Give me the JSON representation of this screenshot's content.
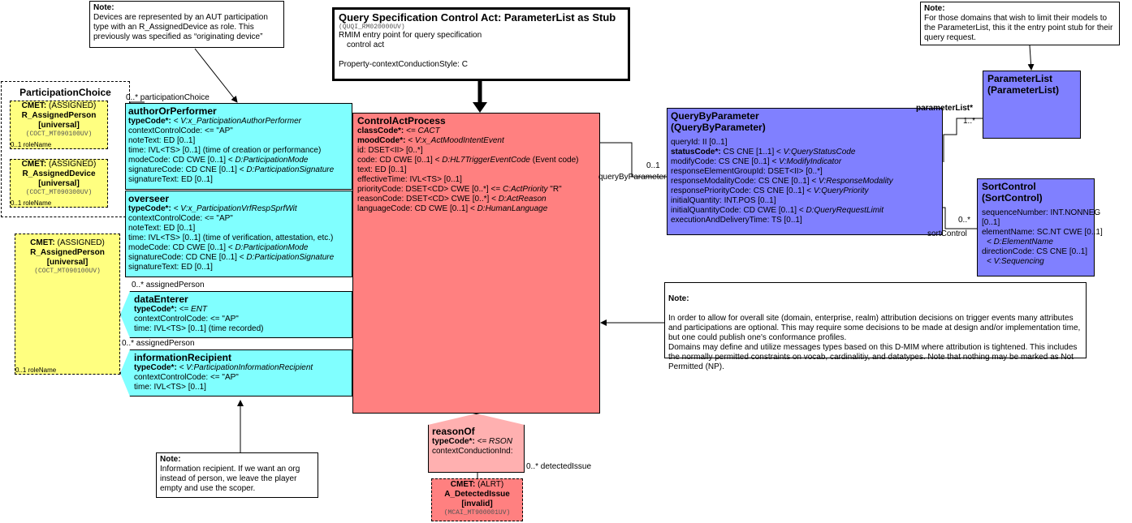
{
  "notes": {
    "device": {
      "title": "Note:",
      "text": "Devices are represented by an AUT participation type with an R_AssignedDevice as role. This previously was specified as “originating device”"
    },
    "parameterlist": {
      "title": "Note:",
      "text": "For those domains that wish to limit their models to the ParameterList, this it the entry point stub for their query request."
    },
    "attribution": {
      "title": "Note:",
      "text": "In order to allow for overall site (domain, enterprise, realm) attribution decisions on trigger events many attributes and participations are optional. This may require some decisions to be made at design and/or implementation time, but one could publish one's conformance profiles.\nDomains may define and utilize messages types based on this D-MIM where attribution is tightened. This includes the normally permitted constraints on vocab, cardinalitiy, and datatypes. Note that nothing may be marked as Not Permitted (NP)."
    },
    "recipient": {
      "title": "Note:",
      "text": "Information recipient.  If we want an org instead of person, we leave the player empty and use the scoper."
    }
  },
  "header": {
    "title": "Query Specification Control Act: ParameterList as Stub",
    "id": "(QUQI_RM020000UV)",
    "desc1": "RMIM entry point for query specification",
    "desc2": "control act",
    "prop": "Property-contextConductionStyle: C"
  },
  "participationChoice": {
    "title": "ParticipationChoice",
    "cmet1": {
      "t1": "CMET:",
      "t2": "(ASSIGNED)",
      "name": "R_AssignedPerson",
      "flavor": "[universal]",
      "id": "(COCT_MT090100UV)",
      "role": "0..1 roleName"
    },
    "cmet2": {
      "t1": "CMET:",
      "t2": "(ASSIGNED)",
      "name": "R_AssignedDevice",
      "flavor": "[universal]",
      "id": "(COCT_MT090300UV)",
      "role": "0..1 roleName"
    }
  },
  "cmetPerson": {
    "t1": "CMET:",
    "t2": "(ASSIGNED)",
    "name": "R_AssignedPerson",
    "flavor": "[universal]",
    "id": "(COCT_MT090100UV)",
    "role": "0..1 roleName"
  },
  "authorOrPerformer": {
    "title": "authorOrPerformer",
    "l1a": "typeCode*:",
    "l1b": " < V:x_ParticipationAuthorPerformer",
    "l2": "contextControlCode: <= \"AP\"",
    "l3": "noteText: ED [0..1]",
    "l4": "time: IVL<TS> [0..1] (time of creation or performance)",
    "l5a": "modeCode: CD CWE [0..1] < ",
    "l5b": "D:ParticipationMode",
    "l6a": "signatureCode: CD CNE [0..1] < ",
    "l6b": "D:ParticipationSignature",
    "l7": "signatureText: ED [0..1]"
  },
  "overseer": {
    "title": "overseer",
    "l1a": "typeCode*:",
    "l1b": " < V:x_ParticipationVrfRespSprfWit",
    "l2": "contextControlCode: <= \"AP\"",
    "l3": "noteText: ED [0..1]",
    "l4": "time: IVL<TS> [0..1] (time of verification, attestation, etc.)",
    "l5a": "modeCode: CD CWE [0..1] < ",
    "l5b": "D:ParticipationMode",
    "l6a": "signatureCode: CD CNE [0..1] < ",
    "l6b": "D:ParticipationSignature",
    "l7": "signatureText: ED [0..1]"
  },
  "dataEnterer": {
    "title": "dataEnterer",
    "l1a": "typeCode*:",
    "l1b": " <= ENT",
    "l2": "contextControlCode: <= \"AP\"",
    "l3": "time: IVL<TS> [0..1] (time recorded)"
  },
  "informationRecipient": {
    "title": "informationRecipient",
    "l1a": "typeCode*:",
    "l1b": " < V:ParticipationInformationRecipient",
    "l2": "contextControlCode: <= \"AP\"",
    "l3": "time: IVL<TS> [0..1]"
  },
  "assoc": {
    "participationChoice": "0..* participationChoice",
    "assignedPerson1": "0..* assignedPerson",
    "assignedPerson2": "0..* assignedPerson",
    "queryByParameterCard": "0..1",
    "queryByParameter": "queryByParameter",
    "parameterList": "parameterList*",
    "parameterListCard": "1..*",
    "sortControlCard": "0..*",
    "sortControl": "sortControl",
    "detectedIssue": "0..* detectedIssue"
  },
  "controlActProcess": {
    "title": "ControlActProcess",
    "l1a": "classCode*:",
    "l1b": " <= CACT",
    "l2a": "moodCode*:",
    "l2b": " < V:x_ActMoodIntentEvent",
    "l3": "id: DSET<II> [0..*]",
    "l4a": "code: CD CWE [0..1] < ",
    "l4b": "D:HL7TriggerEventCode",
    "l4c": " (Event code)",
    "l5": "text: ED [0..1]",
    "l6": "effectiveTime: IVL<TS> [0..1]",
    "l7a": "priorityCode: DSET<CD> CWE [0..*] <= ",
    "l7b": "C:ActPriority",
    "l7c": " \"R\"",
    "l8a": "reasonCode: DSET<CD> CWE [0..*] < ",
    "l8b": "D:ActReason",
    "l9a": "languageCode: CD CWE [0..1] < ",
    "l9b": "D:HumanLanguage"
  },
  "queryByParameter": {
    "title1": "QueryByParameter",
    "title2": "(QueryByParameter)",
    "l1": "queryId: II [0..1]",
    "l2a": "statusCode*:",
    "l2b": " CS CNE [1..1] < ",
    "l2c": "V:QueryStatusCode",
    "l3a": "modifyCode: CS CNE [0..1] < ",
    "l3b": "V:ModifyIndicator",
    "l4": "responseElementGroupId: DSET<II> [0..*]",
    "l5a": "responseModalityCode: CS CNE [0..1] < ",
    "l5b": "V:ResponseModality",
    "l6a": "responsePriorityCode: CS CNE [0..1] < ",
    "l6b": "V:QueryPriority",
    "l7": "initialQuantity: INT.POS [0..1]",
    "l8a": "initialQuantityCode: CD CWE [0..1] < ",
    "l8b": "D:QueryRequestLimit",
    "l9": "executionAndDeliveryTime: TS [0..1]"
  },
  "parameterList": {
    "title1": "ParameterList",
    "title2": "(ParameterList)"
  },
  "sortControl": {
    "title1": "SortControl",
    "title2": "(SortControl)",
    "l1": "sequenceNumber: INT.NONNEG",
    "l2": "[0..1]",
    "l3": "elementName: SC.NT CWE [0..1]",
    "l4": "< D:ElementName",
    "l5": "directionCode: CS CNE [0..1]",
    "l6": "< V:Sequencing"
  },
  "reasonOf": {
    "title": "reasonOf",
    "l1a": "typeCode*:",
    "l1b": " <= RSON",
    "l2": "contextConductionInd:"
  },
  "cmetIssue": {
    "t1": "CMET:",
    "t2": "(ALRT)",
    "name": "A_DetectedIssue",
    "flavor": "[invalid]",
    "id": "(MCAI_MT900001UV)"
  }
}
